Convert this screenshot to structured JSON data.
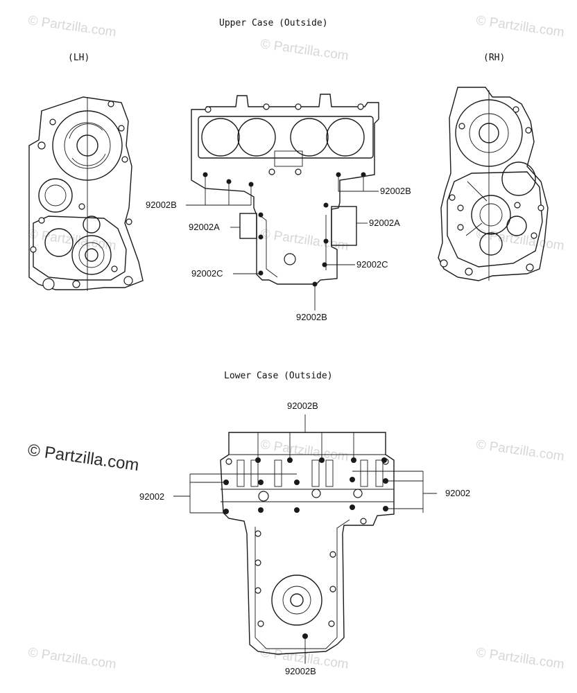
{
  "titles": {
    "upper_case": "Upper Case (Outside)",
    "lower_case": "Lower Case (Outside)",
    "lh": "(LH)",
    "rh": "(RH)"
  },
  "callouts": {
    "upper_92002b_left": "92002B",
    "upper_92002a_left": "92002A",
    "upper_92002c_left": "92002C",
    "upper_92002b_right": "92002B",
    "upper_92002a_right": "92002A",
    "upper_92002c_right": "92002C",
    "upper_92002b_bottom": "92002B",
    "lower_92002b_top": "92002B",
    "lower_92002_left": "92002",
    "lower_92002_right": "92002",
    "lower_92002b_bottom": "92002B"
  },
  "watermark": {
    "text": "© Partzilla.com"
  }
}
